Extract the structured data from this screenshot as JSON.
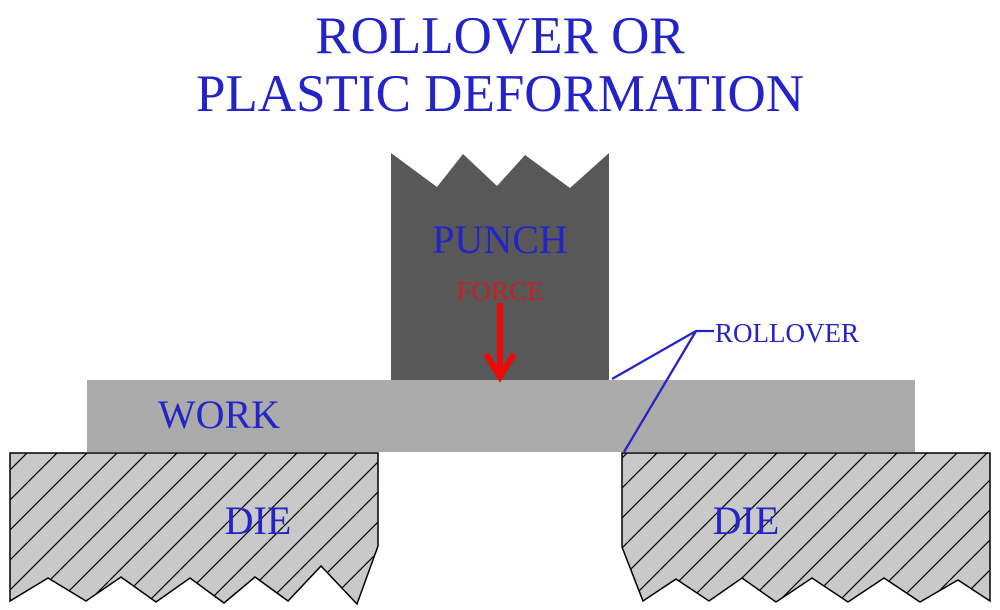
{
  "diagram": {
    "title": {
      "line1": "ROLLOVER OR",
      "line2": "PLASTIC DEFORMATION"
    },
    "punch_label": "PUNCH",
    "force_label": "FORCE",
    "rollover_label": "ROLLOVER",
    "work_label": "WORK",
    "die_left_label": "DIE",
    "die_right_label": "DIE"
  },
  "colors": {
    "blue": "#2323c8",
    "red-text": "#c32222",
    "red-arrow": "#ef0a0a",
    "punch-gray": "#585858",
    "work-gray": "#ababab",
    "die-gray": "#c9c9c9",
    "outline": "#000000",
    "background": "#ffffff"
  }
}
